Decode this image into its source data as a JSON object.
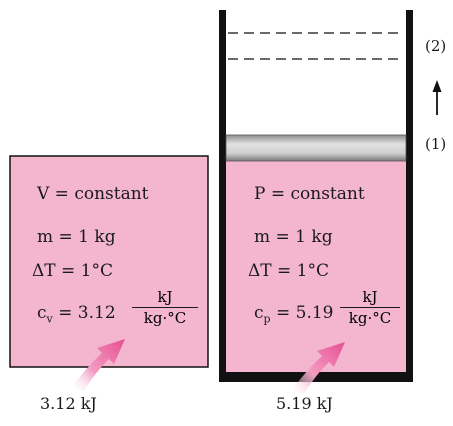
{
  "left_box": {
    "line1": "V = constant",
    "line2": "m = 1 kg",
    "line3": "ΔT = 1°C",
    "cv_label": "c",
    "cv_sub": "v",
    "cv_eq": "= 3.12",
    "unit_num": "kJ",
    "unit_den": "kg·°C",
    "heat_label": "3.12 kJ"
  },
  "right_box": {
    "line1": "P = constant",
    "line2": "m = 1 kg",
    "line3": "ΔT = 1°C",
    "cp_label": "c",
    "cp_sub": "p",
    "cp_eq": "= 5.19",
    "unit_num": "kJ",
    "unit_den": "kg·°C",
    "heat_label": "5.19 kJ"
  },
  "piston_states": {
    "state1": "(1)",
    "state2": "(2)"
  },
  "colors": {
    "fluid": "#f4b6cf",
    "wall": "#111111",
    "piston": "#c6c6c6",
    "heat_arrow": "#e64f93"
  },
  "icons": [
    "heat-arrow-icon",
    "piston-direction-arrow-icon"
  ]
}
